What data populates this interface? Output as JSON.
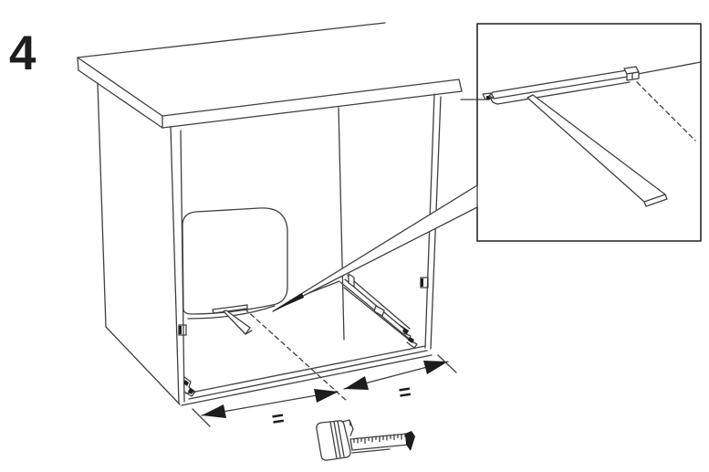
{
  "page": {
    "background_color": "#ffffff",
    "line_color": "#3f3f3f",
    "ink_color": "#1d1d1d"
  },
  "step": {
    "number": "4"
  },
  "measurement": {
    "left_segment_label": "=",
    "right_segment_label": "="
  },
  "icons": {
    "cabinet": "cabinet-carcass-open-front",
    "callout": "detail-callout-wedge",
    "inset": "center-rail-detail-inset",
    "center_rail": "t-shaped-center-rail",
    "drawer_rail": "side-drawer-rail",
    "tape": "measuring-tape"
  }
}
